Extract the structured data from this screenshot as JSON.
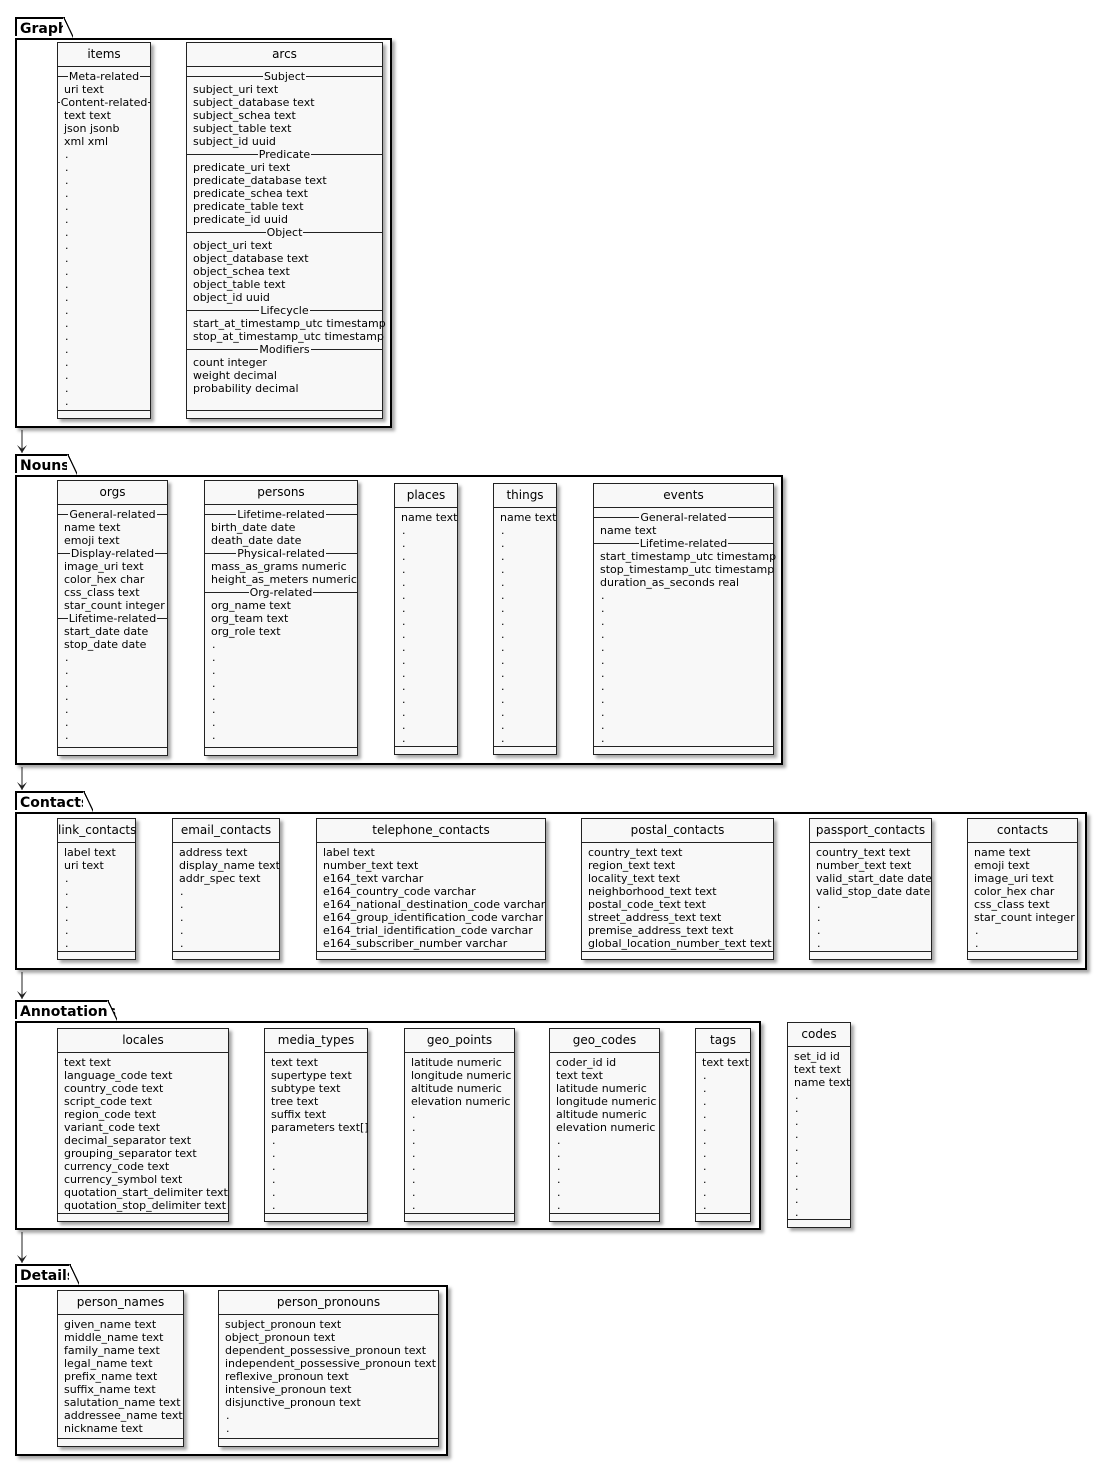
{
  "packages": [
    {
      "name": "Graph",
      "entities": [
        {
          "name": "items",
          "sections": [
            {
              "label": "Meta-related",
              "fields": [
                "uri text"
              ]
            },
            {
              "label": "Content-related",
              "fields": [
                "text text",
                "json jsonb",
                "xml xml"
              ]
            }
          ],
          "dots": 20
        },
        {
          "name": "arcs",
          "sections": [
            {
              "label": "Subject",
              "fields": [
                "subject_uri text",
                "subject_database text",
                "subject_schea text",
                "subject_table text",
                "subject_id uuid"
              ]
            },
            {
              "label": "Predicate",
              "fields": [
                "predicate_uri text",
                "predicate_database text",
                "predicate_schea text",
                "predicate_table text",
                "predicate_id uuid"
              ]
            },
            {
              "label": "Object",
              "fields": [
                "object_uri text",
                "object_database text",
                "object_schea text",
                "object_table text",
                "object_id uuid"
              ]
            },
            {
              "label": "Lifecycle",
              "fields": [
                "start_at_timestamp_utc timestamp",
                "stop_at_timestamp_utc timestamp"
              ]
            },
            {
              "label": "Modifiers",
              "fields": [
                "count integer",
                "weight decimal",
                "probability decimal"
              ]
            }
          ],
          "dots": 0
        }
      ]
    },
    {
      "name": "Nouns",
      "entities": [
        {
          "name": "orgs",
          "sections": [
            {
              "label": "General-related",
              "fields": [
                "name text",
                "emoji text"
              ]
            },
            {
              "label": "Display-related",
              "fields": [
                "image_uri text",
                "color_hex char",
                "css_class text",
                "star_count integer"
              ]
            },
            {
              "label": "Lifetime-related",
              "fields": [
                "start_date date",
                "stop_date date"
              ]
            }
          ],
          "dots": 7
        },
        {
          "name": "persons",
          "sections": [
            {
              "label": "Lifetime-related",
              "fields": [
                "birth_date date",
                "death_date date"
              ]
            },
            {
              "label": "Physical-related",
              "fields": [
                "mass_as_grams numeric",
                "height_as_meters numeric"
              ]
            },
            {
              "label": "Org-related",
              "fields": [
                "org_name text",
                "org_team text",
                "org_role text"
              ]
            }
          ],
          "dots": 8
        },
        {
          "name": "places",
          "sections": [
            {
              "label": "",
              "fields": [
                "name text"
              ]
            }
          ],
          "dots": 17
        },
        {
          "name": "things",
          "sections": [
            {
              "label": "",
              "fields": [
                "name text"
              ]
            }
          ],
          "dots": 17
        },
        {
          "name": "events",
          "sections": [
            {
              "label": "General-related",
              "fields": [
                "name text"
              ]
            },
            {
              "label": "Lifetime-related",
              "fields": [
                "start_timestamp_utc timestamp",
                "stop_timestamp_utc timestamp",
                "duration_as_seconds real"
              ]
            }
          ],
          "dots": 12
        }
      ]
    },
    {
      "name": "Contacts",
      "entities": [
        {
          "name": "link_contacts",
          "sections": [
            {
              "label": "",
              "fields": [
                "label text",
                "uri text"
              ]
            }
          ],
          "dots": 6
        },
        {
          "name": "email_contacts",
          "sections": [
            {
              "label": "",
              "fields": [
                "address text",
                "display_name text",
                "addr_spec text"
              ]
            }
          ],
          "dots": 5
        },
        {
          "name": "telephone_contacts",
          "sections": [
            {
              "label": "",
              "fields": [
                "label text",
                "number_text text",
                "e164_text varchar",
                "e164_country_code varchar",
                "e164_national_destination_code varchar",
                "e164_group_identification_code varchar",
                "e164_trial_identification_code varchar",
                "e164_subscriber_number varchar"
              ]
            }
          ],
          "dots": 0
        },
        {
          "name": "postal_contacts",
          "sections": [
            {
              "label": "",
              "fields": [
                "country_text text",
                "region_text text",
                "locality_text text",
                "neighborhood_text text",
                "postal_code_text text",
                "street_address_text text",
                "premise_address_text text",
                "global_location_number_text text"
              ]
            }
          ],
          "dots": 0
        },
        {
          "name": "passport_contacts",
          "sections": [
            {
              "label": "",
              "fields": [
                "country_text text",
                "number_text text",
                "valid_start_date date",
                "valid_stop_date date"
              ]
            }
          ],
          "dots": 4
        },
        {
          "name": "contacts",
          "sections": [
            {
              "label": "",
              "fields": [
                "name text",
                "emoji text",
                "image_uri text",
                "color_hex char",
                "css_class text",
                "star_count integer"
              ]
            }
          ],
          "dots": 2
        }
      ]
    },
    {
      "name": "Annotations",
      "entities": [
        {
          "name": "locales",
          "sections": [
            {
              "label": "",
              "fields": [
                "text text",
                "language_code text",
                "country_code text",
                "script_code text",
                "region_code text",
                "variant_code text",
                "decimal_separator text",
                "grouping_separator text",
                "currency_code text",
                "currency_symbol text",
                "quotation_start_delimiter text",
                "quotation_stop_delimiter text"
              ]
            }
          ],
          "dots": 0
        },
        {
          "name": "media_types",
          "sections": [
            {
              "label": "",
              "fields": [
                "text text",
                "supertype text",
                "subtype text",
                "tree text",
                "suffix  text",
                "parameters text[]"
              ]
            }
          ],
          "dots": 6
        },
        {
          "name": "geo_points",
          "sections": [
            {
              "label": "",
              "fields": [
                "latitude numeric",
                "longitude numeric",
                "altitude numeric",
                "elevation numeric"
              ]
            }
          ],
          "dots": 8
        },
        {
          "name": "geo_codes",
          "sections": [
            {
              "label": "",
              "fields": [
                "coder_id id",
                "text text",
                "latitude numeric",
                "longitude numeric",
                "altitude numeric",
                "elevation numeric"
              ]
            }
          ],
          "dots": 6
        },
        {
          "name": "tags",
          "sections": [
            {
              "label": "",
              "fields": [
                "text text"
              ]
            }
          ],
          "dots": 11
        }
      ]
    },
    {
      "name": "Details",
      "entities": [
        {
          "name": "person_names",
          "sections": [
            {
              "label": "",
              "fields": [
                "given_name text",
                "middle_name text",
                "family_name text",
                "legal_name text",
                "prefix_name text",
                "suffix_name text",
                "salutation_name text",
                "addressee_name text",
                "nickname text"
              ]
            }
          ],
          "dots": 0
        },
        {
          "name": "person_pronouns",
          "sections": [
            {
              "label": "",
              "fields": [
                "subject_pronoun text",
                "object_pronoun text",
                "dependent_possessive_pronoun text",
                "independent_possessive_pronoun text",
                "reflexive_pronoun text",
                "intensive_pronoun text",
                "disjunctive_pronoun text"
              ]
            }
          ],
          "dots": 2
        }
      ]
    }
  ],
  "standalone": {
    "name": "codes",
    "sections": [
      {
        "label": "",
        "fields": [
          "set_id id",
          "text text",
          "name text"
        ]
      }
    ],
    "dots": 10
  },
  "colors": {
    "entity_fill": "#f8f8f8",
    "border": "#222222",
    "package_border": "#000000"
  }
}
